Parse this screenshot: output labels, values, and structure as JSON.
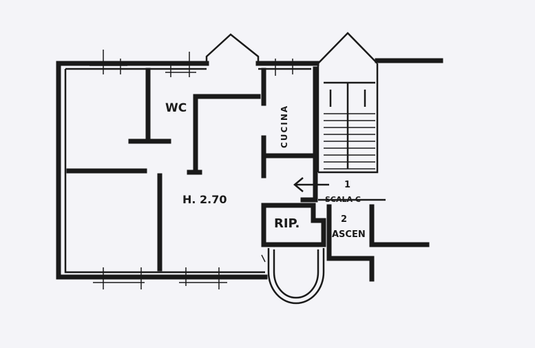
{
  "plan": {
    "labels": {
      "wc": "WC",
      "kitchen": "CUCINA",
      "height": "H. 2.70",
      "storage": "RIP.",
      "stair": "SCALA C",
      "stair_number": "1",
      "elevator_number": "2",
      "elevator": "ASCEN"
    }
  }
}
